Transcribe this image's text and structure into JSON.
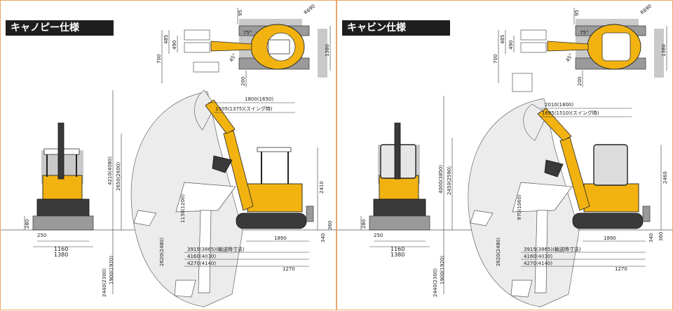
{
  "panels": [
    {
      "title": "キャノピー仕様",
      "top_view": {
        "d95": "95",
        "r690": "R690",
        "a75": "75°",
        "a45": "45°",
        "d485": "485",
        "d490": "490",
        "d700": "700",
        "d200": "200",
        "d1380": "1380"
      },
      "front_view": {
        "h280": "280",
        "w250": "250",
        "w1160": "1160",
        "w1380": "1380"
      },
      "side_view": {
        "reach_max": "1800(1650)",
        "reach_swing": "1505(1375)(スイング時)",
        "max_dig_height": "4210(4080)",
        "max_dump_height": "2650(2600)",
        "machine_height": "2410",
        "vertical_wall": "1130(1200)",
        "depth_a": "2620(2480)",
        "max_depth": "2440(2300)",
        "depth_b": "1900(1920)",
        "transport_len": "3915(3865)(輸送時寸法)",
        "max_reach_ground": "4160(4030)",
        "max_reach": "4270(4140)",
        "tail": "1890",
        "blade_reach": "1270",
        "blade_up": "340",
        "blade_down": "360"
      }
    },
    {
      "title": "キャビン仕様",
      "top_view": {
        "d95": "95",
        "r690": "R690",
        "a75": "75°",
        "a45": "45°",
        "d485": "485",
        "d490": "490",
        "d700": "700",
        "d200": "200",
        "d1380": "1380"
      },
      "front_view": {
        "h280": "280",
        "w250": "250",
        "w1160": "1160",
        "w1380": "1380"
      },
      "side_view": {
        "reach_max": "2010(1800)",
        "reach_swing": "1695(1510)(スイング時)",
        "max_dig_height": "4000(3850)",
        "max_dump_height": "2450(2590)",
        "machine_height": "2460",
        "vertical_wall": "970(1060)",
        "depth_a": "2620(2480)",
        "max_depth": "2440(2300)",
        "depth_b": "1900(1920)",
        "transport_len": "3915(3865)(輸送時寸法)",
        "max_reach_ground": "4160(4030)",
        "max_reach": "4270(4140)",
        "tail": "1890",
        "blade_reach": "1270",
        "blade_up": "340",
        "blade_down": "360"
      }
    }
  ]
}
